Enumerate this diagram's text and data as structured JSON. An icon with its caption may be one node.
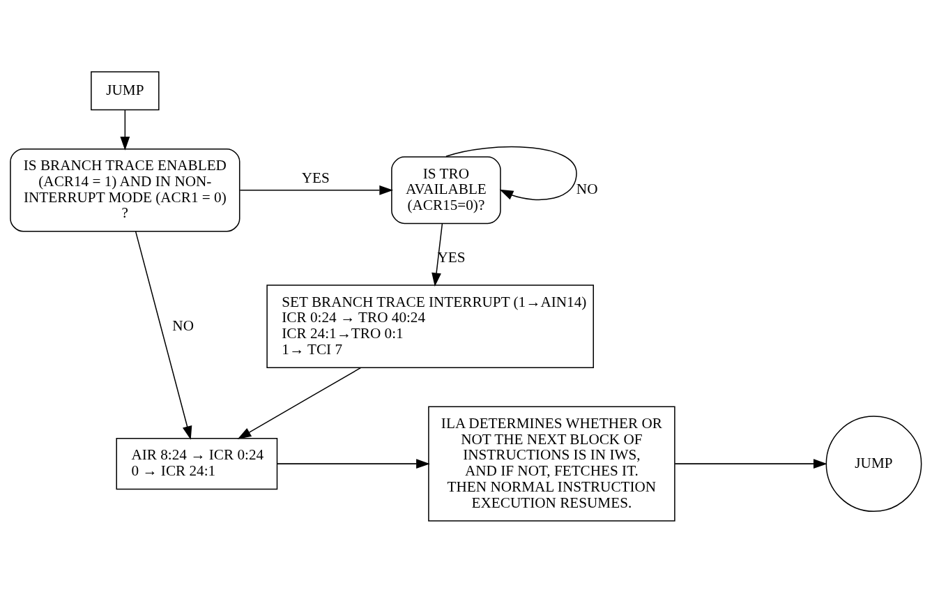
{
  "diagram": {
    "nodes": [
      {
        "text": [
          "JUMP"
        ]
      },
      {
        "text": [
          "IS BRANCH TRACE ENABLED (ACR14 = 1) AND IN NON-INTERRUPT MODE (ACR1 = 0) ?"
        ]
      },
      {
        "text": [
          "IS TRO AVAILABLE (ACR15=0)?"
        ]
      },
      {
        "text": [
          "SET BRANCH TRACE INTERRUPT (1→AIN14)",
          "ICR 0:24 → TRO 40:24",
          "ICR 24:1→TRO 0:1",
          "1→ TCI 7"
        ]
      },
      {
        "text": [
          "AIR 8:24 → ICR 0:24",
          "0 → ICR 24:1"
        ]
      },
      {
        "text": [
          "ILA DETERMINES WHETHER OR NOT THE NEXT BLOCK OF INSTRUCTIONS IS IN IWS, AND IF NOT, FETCHES IT. THEN NORMAL INSTRUCTION EXECUTION RESUMES."
        ]
      },
      {
        "text": [
          "JUMP"
        ]
      }
    ],
    "edges": [
      {
        "from": 0,
        "to": 1,
        "arrow": "to"
      },
      {
        "from": 1,
        "to": 2,
        "arrow": "to",
        "label": "YES"
      },
      {
        "from": 2,
        "to": 2,
        "arrow": "to",
        "label": "NO"
      },
      {
        "from": 2,
        "to": 3,
        "arrow": "to",
        "label": "YES"
      },
      {
        "from": 1,
        "to": 4,
        "arrow": "to",
        "label": "NO"
      },
      {
        "from": 3,
        "to": 4,
        "arrow": "to"
      },
      {
        "from": 4,
        "to": 5,
        "arrow": "to"
      },
      {
        "from": 5,
        "to": 6,
        "arrow": "to"
      }
    ]
  }
}
